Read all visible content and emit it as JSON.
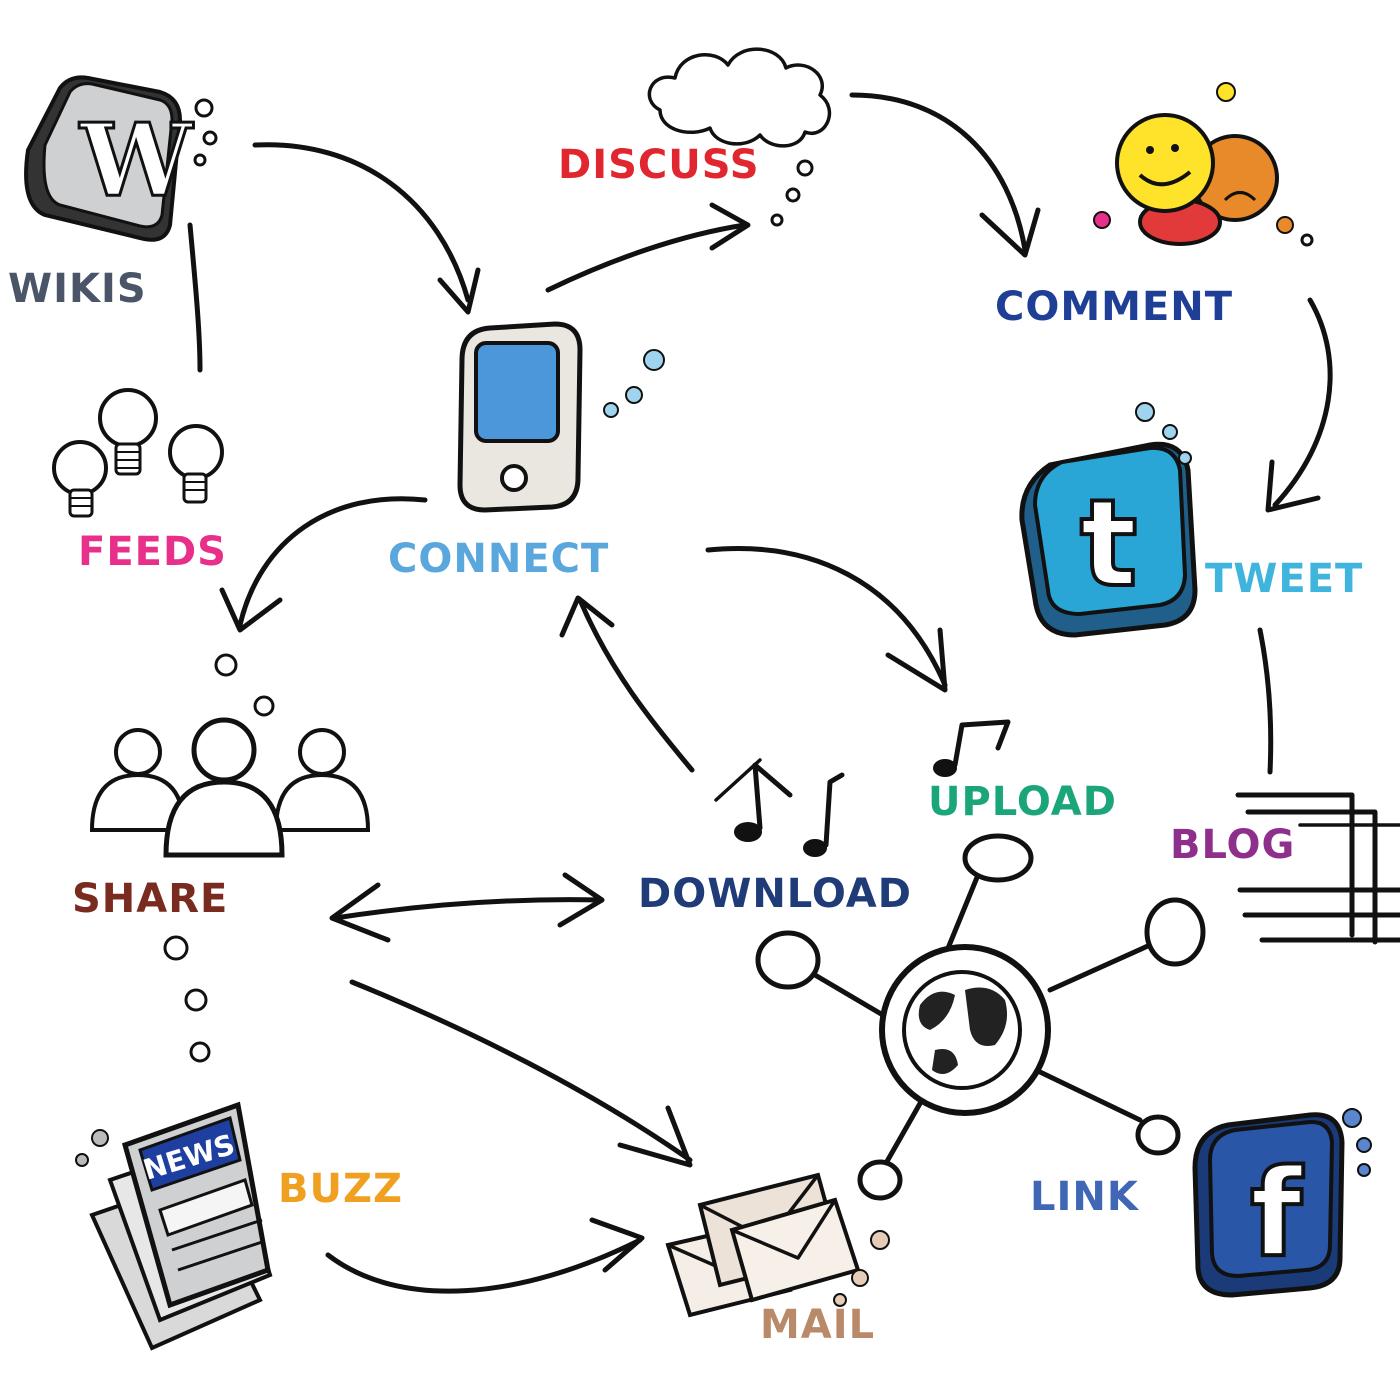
{
  "labels": {
    "wikis": "WIKIS",
    "discuss": "DISCUSS",
    "comment": "COMMENT",
    "feeds": "FEEDS",
    "connect": "CONNECT",
    "tweet": "TWEET",
    "share": "SHARE",
    "download": "DOWNLOAD",
    "upload": "UPLOAD",
    "blog": "BLOG",
    "buzz": "BUZZ",
    "link": "LINK",
    "mail": "MAIL",
    "news": "NEWS",
    "wiki_letter": "W",
    "twitter_letter": "t",
    "facebook_letter": "f"
  },
  "colors": {
    "wikis": "#4a5568",
    "discuss": "#e0262f",
    "comment": "#1f3f97",
    "feeds": "#e8308a",
    "connect": "#5aa7dd",
    "tweet": "#3fb4dc",
    "share": "#7a2b1f",
    "download": "#1f3b78",
    "upload": "#1aa57a",
    "blog": "#8e2f8b",
    "buzz": "#f0a020",
    "link": "#3f67b5",
    "mail": "#b88a6a",
    "twitter_blue": "#2aa6d6",
    "facebook_blue": "#2a56a8",
    "phone_screen": "#4b97d9",
    "news_blue": "#1e3fa0",
    "smiley_yellow": "#ffe22a",
    "smiley_orange": "#e98a2a",
    "smiley_red": "#e23a3a"
  },
  "icons": [
    "wiki-icon",
    "thought-cloud-icon",
    "smileys-icon",
    "light-bulbs-icon",
    "phone-icon",
    "twitter-icon",
    "people-icon",
    "music-notes-icon",
    "music-note-icon",
    "blog-pages-icon",
    "globe-network-icon",
    "newspaper-icon",
    "envelopes-icon",
    "facebook-icon"
  ]
}
